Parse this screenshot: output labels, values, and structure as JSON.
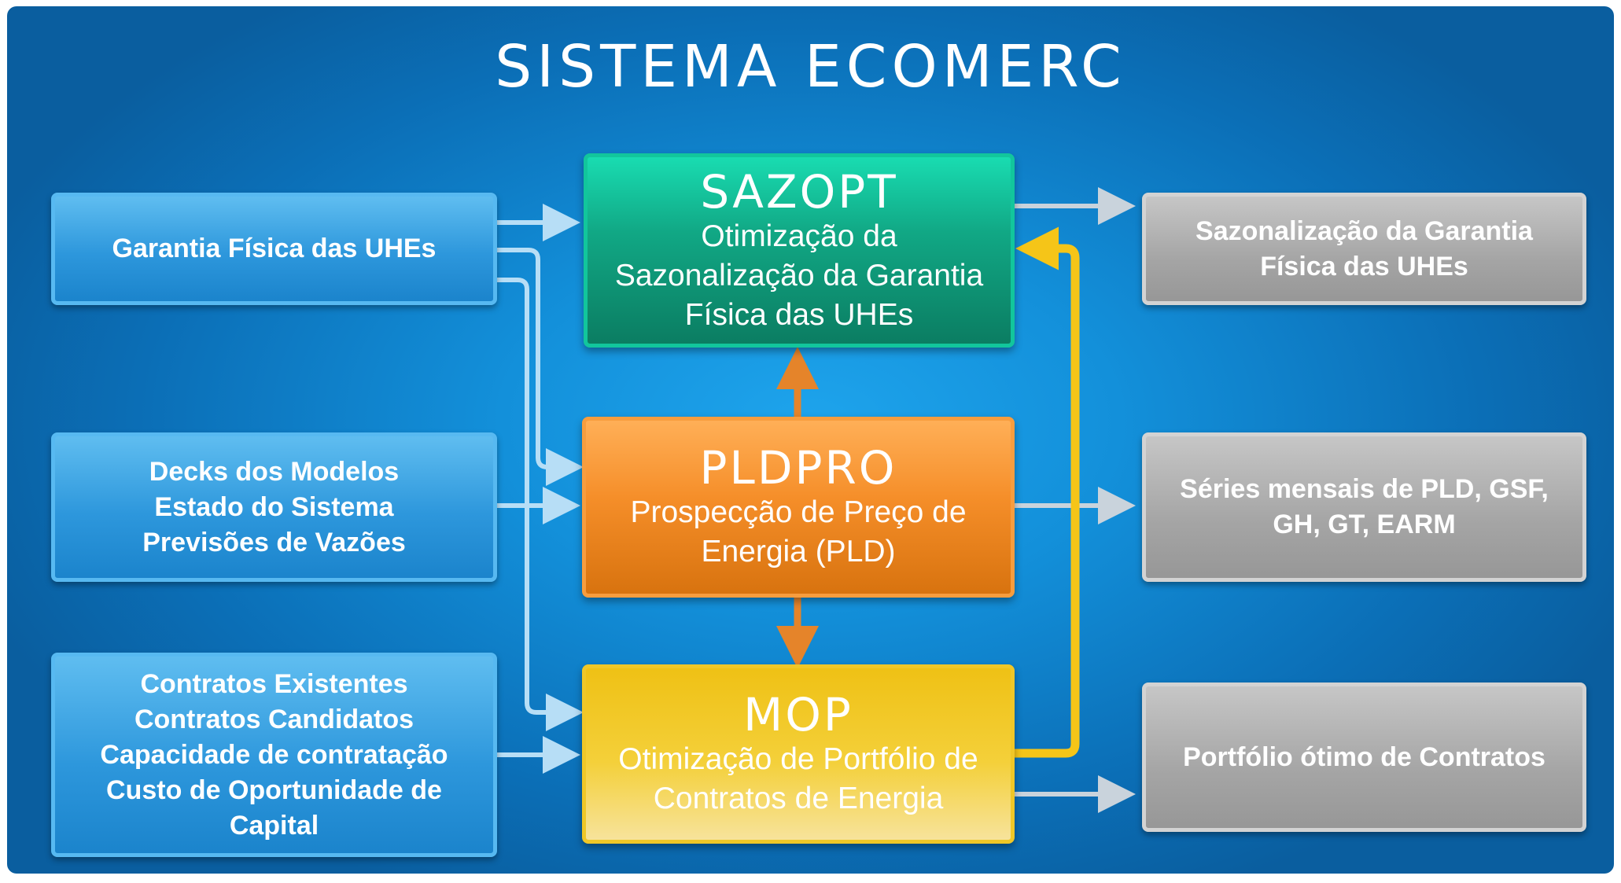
{
  "title": "SISTEMA ECOMERC",
  "inputs": [
    {
      "lines": [
        "Garantia Física das UHEs"
      ]
    },
    {
      "lines": [
        "Decks dos Modelos",
        "Estado do Sistema",
        "Previsões de Vazões"
      ]
    },
    {
      "lines": [
        "Contratos Existentes",
        "Contratos Candidatos",
        "Capacidade de contratação",
        "Custo de Oportunidade de",
        "Capital"
      ]
    }
  ],
  "modules": [
    {
      "name": "SAZOPT",
      "lines": [
        "Otimização da",
        "Sazonalização da Garantia",
        "Física das UHEs"
      ],
      "color": "#12a683"
    },
    {
      "name": "PLDPRO",
      "lines": [
        "Prospecção de Preço de",
        "Energia (PLD)"
      ],
      "color": "#f28a26"
    },
    {
      "name": "MOP",
      "lines": [
        "Otimização de Portfólio de",
        "Contratos de Energia"
      ],
      "color": "#f2c62c"
    }
  ],
  "outputs": [
    {
      "lines": [
        "Sazonalização da Garantia",
        "Física das UHEs"
      ]
    },
    {
      "lines": [
        "Séries mensais de PLD, GSF,",
        "GH, GT, EARM"
      ]
    },
    {
      "lines": [
        "Portfólio ótimo de Contratos"
      ]
    }
  ],
  "colors": {
    "background": "#1390da",
    "input_arrow": "#b7def6",
    "output_arrow": "#c9d3dc",
    "orange_arrow": "#e5842a",
    "yellow_arrow": "#f5c518"
  }
}
